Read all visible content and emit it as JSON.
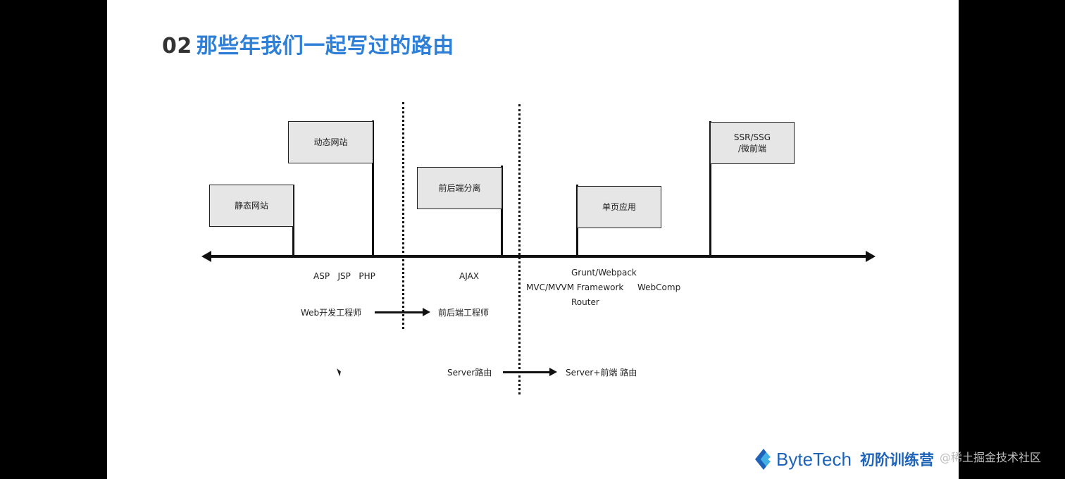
{
  "title": {
    "number": "02",
    "text": "那些年我们一起写过的路由"
  },
  "flags": [
    {
      "id": "static",
      "label": "静态网站"
    },
    {
      "id": "dynamic",
      "label": "动态网站"
    },
    {
      "id": "separation",
      "label": "前后端分离"
    },
    {
      "id": "spa",
      "label": "单页应用"
    },
    {
      "id": "ssr",
      "line1": "SSR/SSG",
      "line2": "/微前端"
    }
  ],
  "tech_labels": {
    "asp_jsp_php": "ASP   JSP   PHP",
    "ajax": "AJAX",
    "grunt": "Grunt/Webpack",
    "mvc": "MVC/MVVM Framework",
    "webcomp": "WebComp",
    "router": "Router"
  },
  "transitions": {
    "engineer_from": "Web开发工程师",
    "engineer_to": "前后端工程师",
    "route_from": "Server路由",
    "route_to": "Server+前端 路由"
  },
  "brand": {
    "name": "ByteTech",
    "subtitle": "初阶训练营",
    "accent": "#1e63b8"
  },
  "watermark": "@稀土掘金技术社区"
}
